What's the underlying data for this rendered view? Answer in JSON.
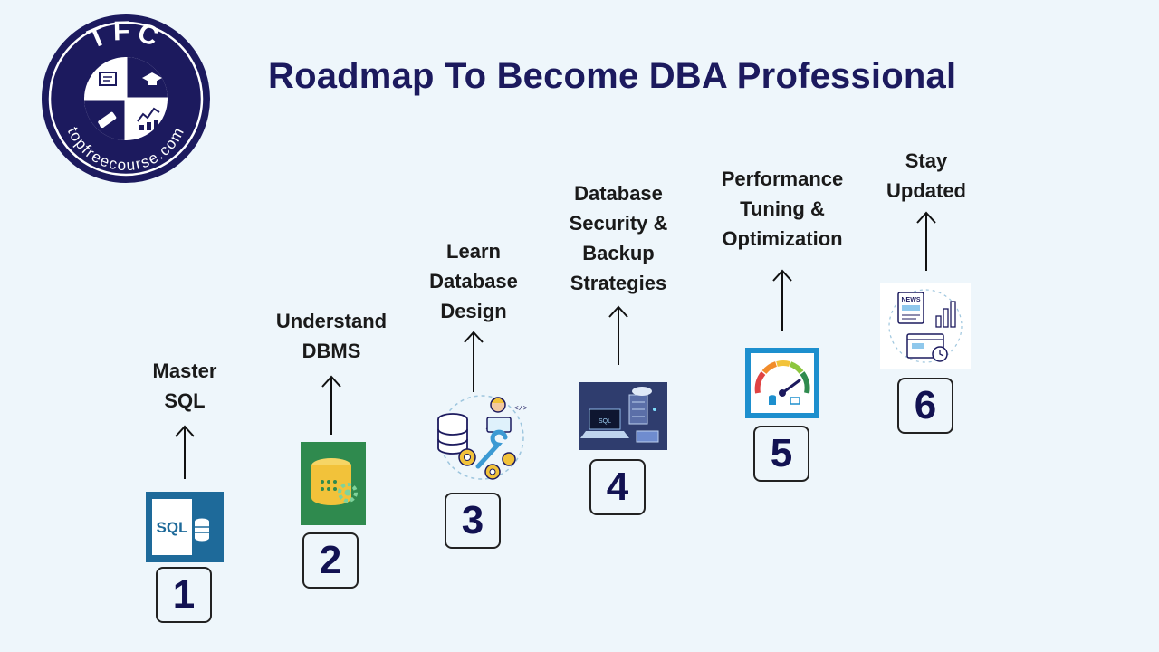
{
  "title": "Roadmap To Become DBA Professional",
  "logo": {
    "initials": "TFC",
    "site": "topfreecourse.com"
  },
  "colors": {
    "navy": "#1c1a5e",
    "sql_blue": "#1e6a9a",
    "dbms_green": "#2f8a4e",
    "gold": "#f2c23a"
  },
  "steps": [
    {
      "number": "1",
      "lines": [
        "Master",
        "SQL"
      ],
      "icon": "sql-icon",
      "icon_text": "SQL"
    },
    {
      "number": "2",
      "lines": [
        "Understand",
        "DBMS"
      ],
      "icon": "dbms-icon"
    },
    {
      "number": "3",
      "lines": [
        "Learn",
        "Database",
        "Design"
      ],
      "icon": "database-design-icon"
    },
    {
      "number": "4",
      "lines": [
        "Database",
        "Security &",
        "Backup",
        "Strategies"
      ],
      "icon": "server-security-icon",
      "icon_text": "SQL"
    },
    {
      "number": "5",
      "lines": [
        "Performance",
        "Tuning &",
        "Optimization"
      ],
      "icon": "speedometer-icon"
    },
    {
      "number": "6",
      "lines": [
        "Stay",
        "Updated"
      ],
      "icon": "news-analytics-icon",
      "icon_text": "NEWS"
    }
  ]
}
